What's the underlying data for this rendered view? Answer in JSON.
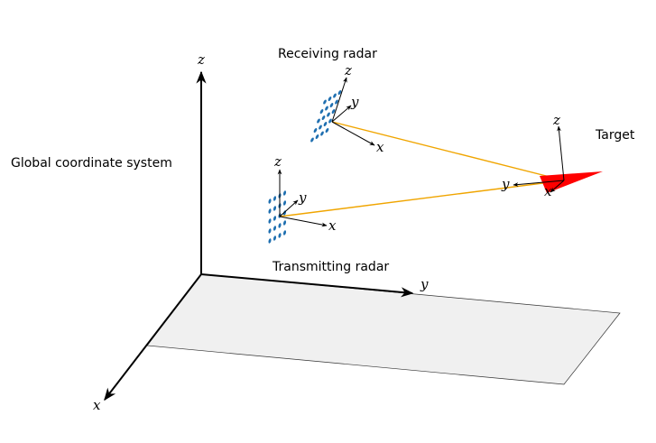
{
  "labels": {
    "global": "Global coordinate system",
    "receiving": "Receiving radar",
    "transmitting": "Transmitting radar",
    "target": "Target"
  },
  "axes": {
    "x": "x",
    "y": "y",
    "z": "z"
  },
  "colors": {
    "ground_plane": "#f0f0f0",
    "signal_path": "#f0a500",
    "antenna_element": "#1f6fb0",
    "target": "#ff0000"
  },
  "antenna_arrays": {
    "transmitting": {
      "columns": 4,
      "rows": 5
    },
    "receiving": {
      "columns": 4,
      "rows": 5
    }
  }
}
